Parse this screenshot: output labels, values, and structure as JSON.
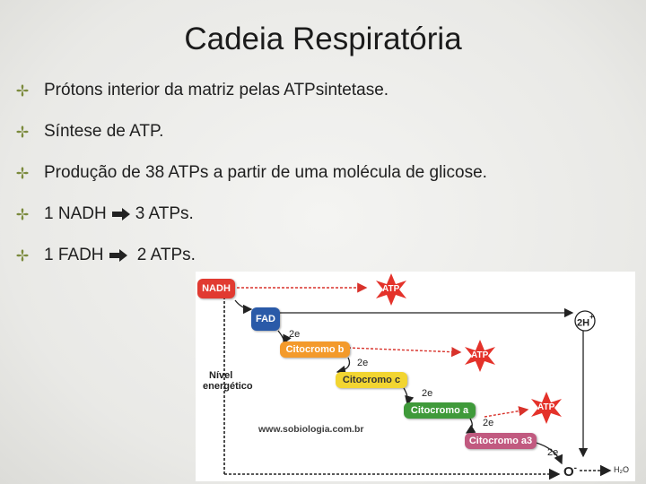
{
  "slide": {
    "title": "Cadeia Respiratória",
    "bullets": [
      {
        "text": "Prótons interior da matriz pelas ATPsintetase."
      },
      {
        "text": "Síntese de ATP."
      },
      {
        "text": "Produção de 38 ATPs a partir de uma molécula de glicose."
      },
      {
        "text": "1 NADH",
        "after": "3 ATPs."
      },
      {
        "text": "1 FADH",
        "after": " 2 ATPs."
      }
    ]
  },
  "diagram": {
    "axis_label_1": "Nível",
    "axis_label_2": "energético",
    "nadh": "NADH",
    "fad": "FAD",
    "cit_b": "Citocromo b",
    "cit_c": "Citocromo c",
    "cit_a": "Citocromo a",
    "cit_a3": "Citocromo a3",
    "e_label": "2e",
    "atp_label": "ATP",
    "hydrogen": "2H",
    "hydrogen_sup": "+",
    "oxygen": "O",
    "oxygen_sup": "-",
    "water": "H₂O",
    "website": "www.sobiologia.com.br",
    "colors": {
      "nadh": "#e13a31",
      "fad": "#2a5aa8",
      "cit_b": "#f39a2b",
      "cit_c": "#f2d531",
      "cit_a": "#3f9a3a",
      "cit_a3": "#c15a80",
      "star": "#e4322a",
      "bullet": "#7b8a3c"
    }
  }
}
